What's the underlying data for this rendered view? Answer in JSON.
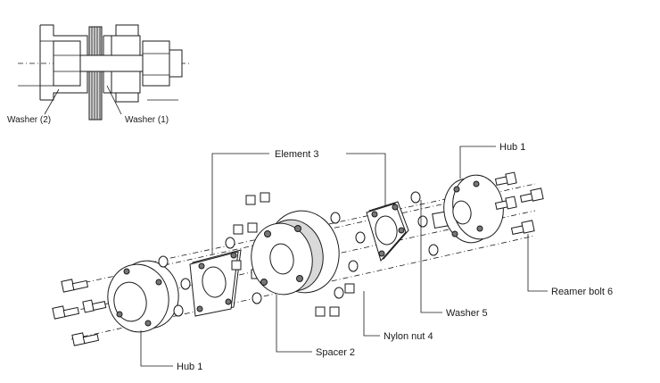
{
  "detail": {
    "washer_left": "Washer (2)",
    "washer_right": "Washer (1)"
  },
  "labels": {
    "element": "Element 3",
    "hub_top": "Hub 1",
    "reamer_bolt": "Reamer bolt 6",
    "washer": "Washer 5",
    "nylon_nut": "Nylon nut 4",
    "spacer": "Spacer 2",
    "hub_bottom": "Hub 1"
  }
}
